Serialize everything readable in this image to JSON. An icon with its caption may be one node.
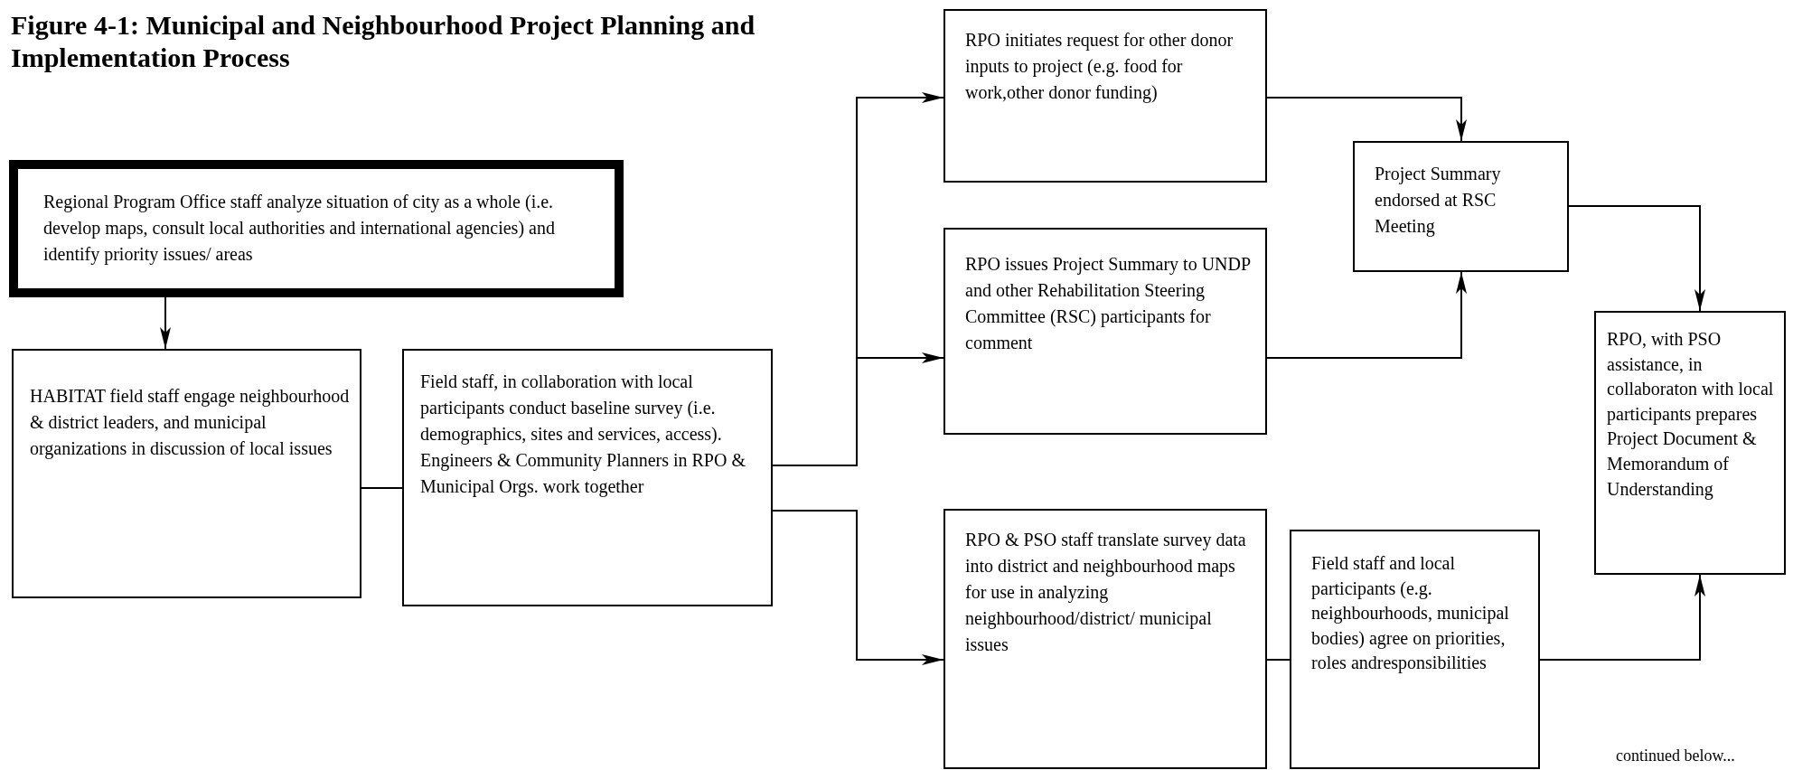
{
  "diagram": {
    "title": "Figure 4-1:  Municipal and Neighbourhood Project Planning and Implementation Process",
    "nodes": [
      {
        "text": [
          "Regional Program Office staff analyze situation of city as a whole (i.e. develop maps, consult local authorities and international agencies) and identify priority issues/ areas"
        ]
      },
      {
        "text": [
          "HABITAT field staff engage neighbourhood & district leaders, and municipal organizations in discussion of local issues"
        ]
      },
      {
        "text": [
          "Field staff, in collaboration with local participants conduct baseline survey (i.e. demographics, sites and services, access). Engineers & Community Planners in RPO & Municipal Orgs. work together"
        ]
      },
      {
        "text": [
          "RPO initiates request for other donor inputs to project (e.g. food for work,other donor funding)"
        ]
      },
      {
        "text": [
          "RPO issues Project Summary to UNDP and other Rehabilitation Steering Committee (RSC) participants for comment"
        ]
      },
      {
        "text": [
          "RPO & PSO staff translate survey data into district and neighbourhood maps for use in analyzing neighbourhood/district/ municipal issues"
        ]
      },
      {
        "text": [
          "Project Summary endorsed at RSC Meeting"
        ]
      },
      {
        "text": [
          "Field staff and local participants (e.g. neighbourhoods, municipal bodies) agree on priorities, roles andresponsibilities"
        ]
      },
      {
        "text": [
          "RPO, with PSO assistance, in collaboraton with local participants prepares Project Document & Memorandum of Understanding"
        ]
      }
    ],
    "edges": [
      {
        "from": 0,
        "to": 1,
        "arrow": "to"
      },
      {
        "from": 1,
        "to": 2,
        "arrow": "none"
      },
      {
        "from": 2,
        "to": 3,
        "arrow": "to"
      },
      {
        "from": 2,
        "to": 4,
        "arrow": "to"
      },
      {
        "from": 2,
        "to": 5,
        "arrow": "to"
      },
      {
        "from": 3,
        "to": 6,
        "arrow": "to"
      },
      {
        "from": 4,
        "to": 6,
        "arrow": "to"
      },
      {
        "from": 6,
        "to": 8,
        "arrow": "to"
      },
      {
        "from": 5,
        "to": 7,
        "arrow": "none"
      },
      {
        "from": 7,
        "to": 8,
        "arrow": "to"
      }
    ],
    "labels": [
      "continued below..."
    ]
  }
}
